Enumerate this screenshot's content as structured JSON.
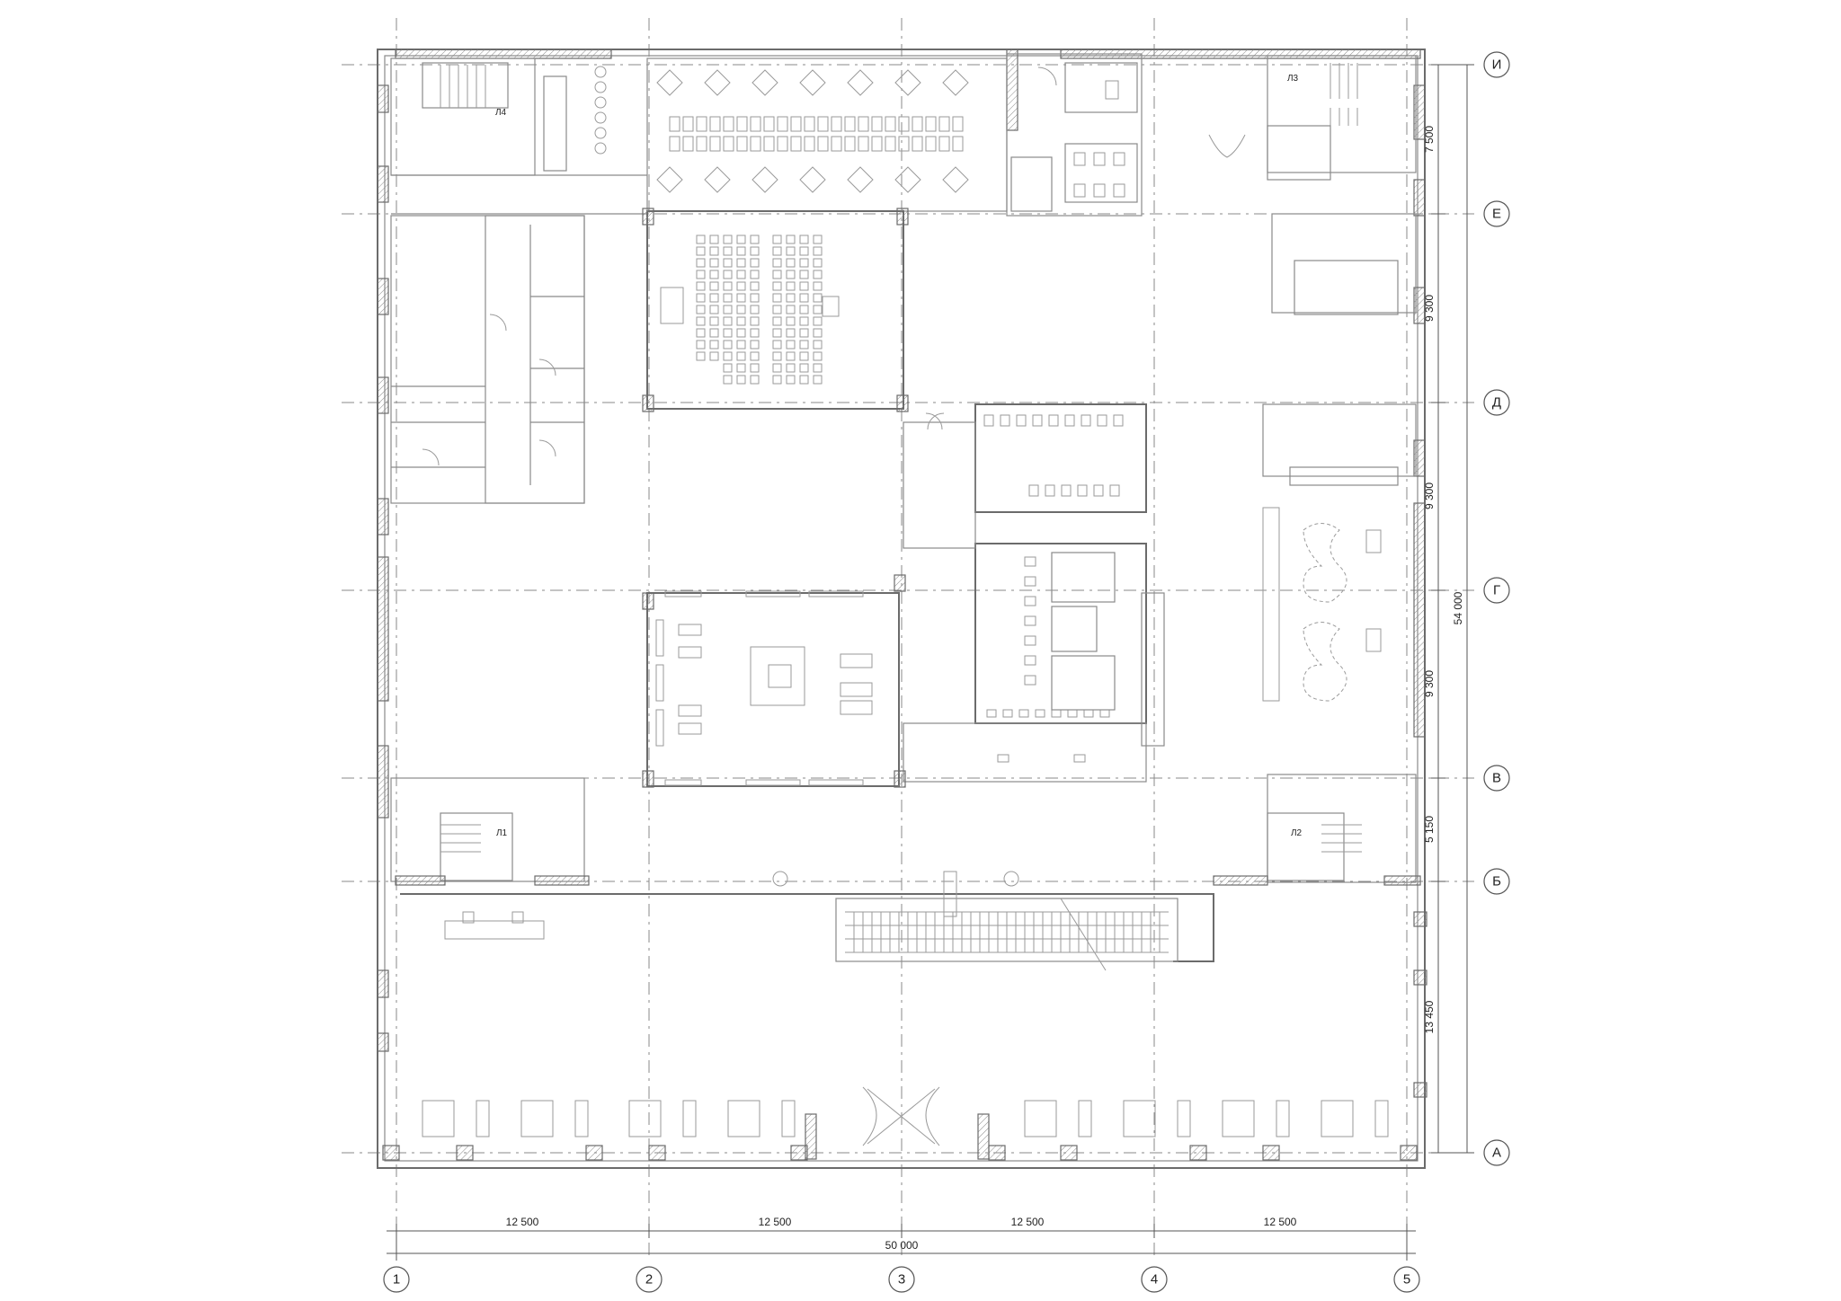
{
  "axes": {
    "columns": [
      "1",
      "2",
      "3",
      "4",
      "5"
    ],
    "rows": [
      "И",
      "Е",
      "Д",
      "Г",
      "В",
      "Б",
      "А"
    ]
  },
  "dimensions": {
    "bottom_spans": [
      "12 500",
      "12 500",
      "12 500",
      "12 500"
    ],
    "bottom_total": "50 000",
    "right_spans": [
      "7 500",
      "9 300",
      "9 300",
      "9 300",
      "5 150",
      "13 450"
    ],
    "right_total": "54 000"
  },
  "stair_labels": [
    "Л1",
    "Л2",
    "Л3",
    "Л4"
  ]
}
